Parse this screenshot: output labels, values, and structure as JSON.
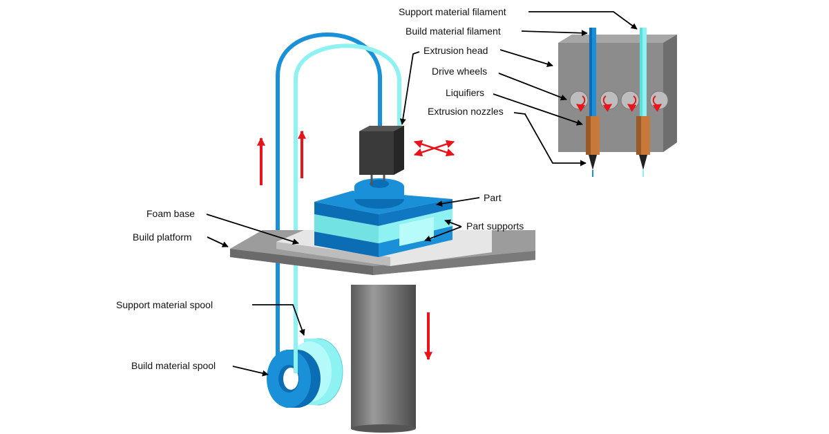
{
  "labels": {
    "support_filament": "Support material filament",
    "build_filament": "Build material filament",
    "extrusion_head": "Extrusion head",
    "drive_wheels": "Drive wheels",
    "liquifiers": "Liquifiers",
    "extrusion_nozzles": "Extrusion nozzles",
    "part": "Part",
    "part_supports": "Part supports",
    "foam_base": "Foam base",
    "build_platform": "Build platform",
    "support_spool": "Support material spool",
    "build_spool": "Build material spool"
  },
  "colors": {
    "build_material": "#1a90d8",
    "build_material_dark": "#0b6db4",
    "support_material": "#8ff2f2",
    "support_material_mid": "#5fdede",
    "platform": "#8a8a8a",
    "motion_arrows": "#e8141c",
    "liquifier": "#c87838",
    "head_body": "#3a3a3a"
  },
  "icons": [
    "motion-arrow-up-icon",
    "motion-arrow-down-icon",
    "xy-motion-arrows-icon",
    "drive-wheel-rotation-icon"
  ]
}
